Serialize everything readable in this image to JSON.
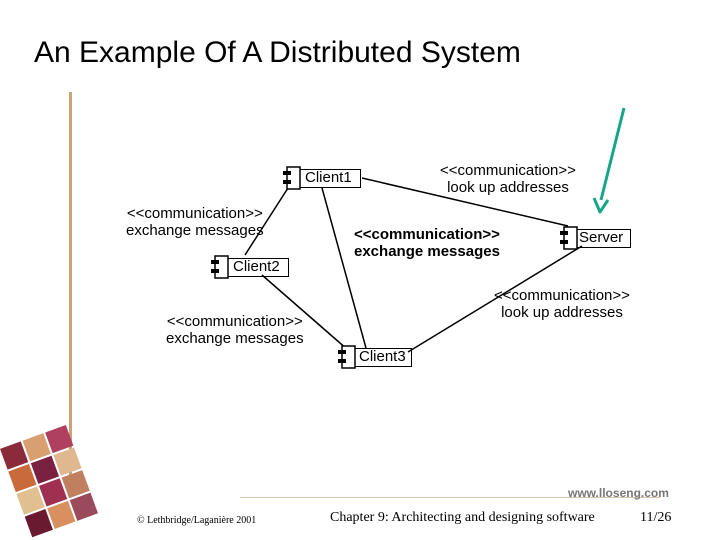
{
  "slide": {
    "title": "An Example Of A Distributed System"
  },
  "components": {
    "client1": "Client1",
    "client2": "Client2",
    "client3": "Client3",
    "server": "Server"
  },
  "connections": {
    "client1_server": {
      "line1": "<<communication>>",
      "line2": "look up addresses"
    },
    "client1_client2": {
      "line1": "<<communication>>",
      "line2": "exchange messages"
    },
    "client1_client3": {
      "line1": "<<communication>>",
      "line2": "exchange messages"
    },
    "client2_client3": {
      "line1": "<<communication>>",
      "line2": "exchange messages"
    },
    "client3_server": {
      "line1": "<<communication>>",
      "line2": "look up addresses"
    }
  },
  "footer": {
    "copyright": "© Lethbridge/Laganière 2001",
    "chapter": "Chapter 9: Architecting and designing software",
    "page": "11/26",
    "website": "www.lloseng.com"
  },
  "colors": {
    "arrow": "#1aa58a",
    "rule": "#c9a27a"
  }
}
